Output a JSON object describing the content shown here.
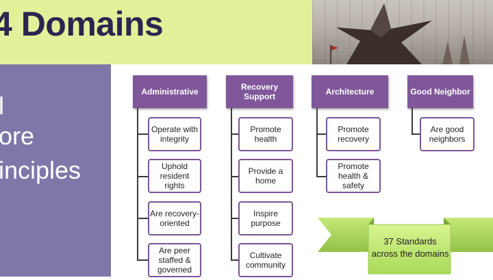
{
  "slide": {
    "title": "4 Domains",
    "left_panel": {
      "line1": "l",
      "line2": "ore",
      "line3": "inciples"
    }
  },
  "domains": [
    {
      "name": "Administrative",
      "items": [
        "Operate with integrity",
        "Uphold resident rights",
        "Are recovery-oriented",
        "Are peer staffed & governed"
      ]
    },
    {
      "name": "Recovery Support",
      "items": [
        "Promote health",
        "Provide a home",
        "Inspire purpose",
        "Cultivate community"
      ]
    },
    {
      "name": "Architecture",
      "items": [
        "Promote recovery",
        "Promote health & safety"
      ]
    },
    {
      "name": "Good Neighbor",
      "items": [
        "Are good neighbors"
      ]
    }
  ],
  "banner": {
    "text": "37 Standards across the domains"
  },
  "colors": {
    "header_bg": "#e2f09a",
    "title_text": "#2c2550",
    "left_panel_bg": "#7e78a9",
    "domain_header_bg": "#80579a",
    "item_border": "#7a5595",
    "banner_green": "#c6ec7a"
  }
}
